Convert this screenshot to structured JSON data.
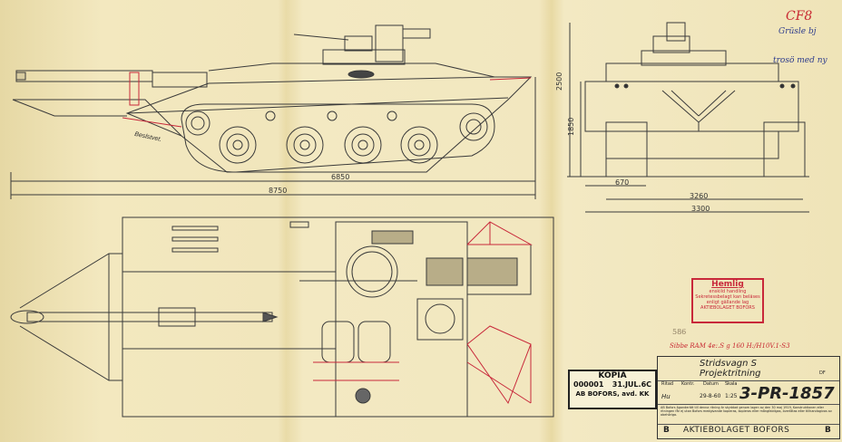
{
  "drawing": {
    "dimensions": {
      "hull_length": "6850",
      "total_length": "8750",
      "width_gap": "670",
      "track_width": "3260",
      "overall_width": "3300",
      "height_overall": "2500",
      "height_hull": "1850"
    },
    "side_annotation": "Beslstvet.",
    "marginal_note": "Hemlig",
    "red_handwriting": "CF8",
    "blue_handwriting_1": "Grüsle bj",
    "blue_handwriting_2": "trosö med ny",
    "red_note": "Sibbe RAM 4e:.S g 160 H:/H10V.1-S3",
    "pencil_number": "586"
  },
  "stamp_secret": {
    "title": "Hemlig",
    "line1": "enskild handling",
    "line2": "Sekretessbelagt kan beläses",
    "line3": "enligt gällande lag",
    "line4": "AKTIEBOLAGET BOFORS"
  },
  "stamp_copy": {
    "title": "KOPIA",
    "number": "000001",
    "date": "31.JUL.6C",
    "company": "AB BOFORS, avd. KK"
  },
  "title_block": {
    "title_line1": "Stridsvagn S",
    "title_line2": "Projektritning",
    "col_ritad": "Ritad",
    "col_kontr": "Kontr.",
    "col_datum": "Datum",
    "col_skala": "Skala",
    "val_ritad": "Hu",
    "val_datum": "29-8-60",
    "val_skala": "1:25",
    "drawing_number": "3-PR-1857",
    "df": "DF",
    "legal_text": "AB Bofors äganderätt till denna ritning är skyddad genom lagen av den 30 maj 1919. Konstruktionen eller ritningen får ej utan Bofors medgivande kopieras, kopieras eller mångfaldigas, överlåtas eller tillhandagivas av obehöriga.",
    "company": "AKTIEBOLAGET BOFORS",
    "logo_left": "B",
    "logo_right": "B"
  }
}
